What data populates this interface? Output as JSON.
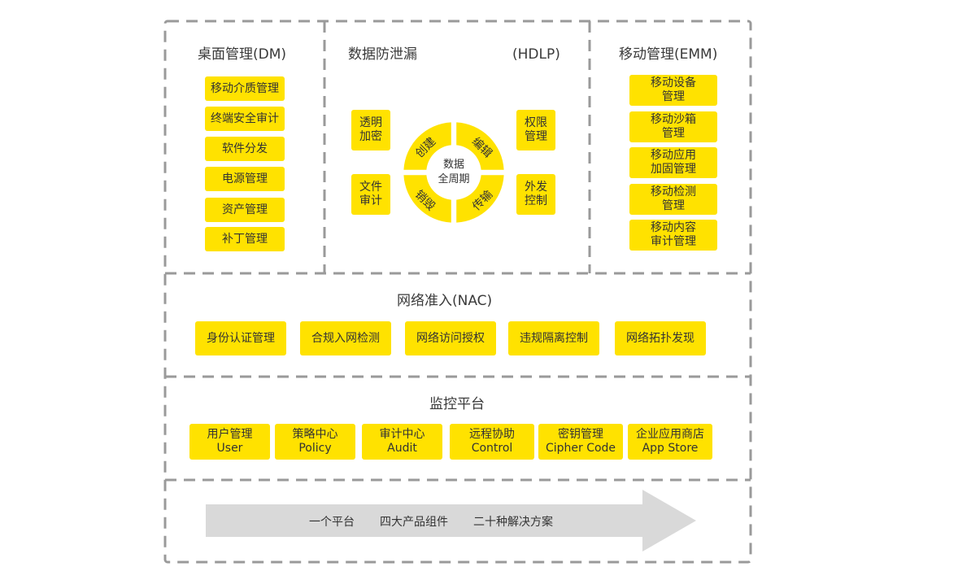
{
  "colors": {
    "accent": "#FFE200",
    "dash": "#9a9a9a",
    "arrow": "#d9d9d9"
  },
  "dm": {
    "title": "桌面管理(DM)",
    "items": [
      "移动介质管理",
      "终端安全审计",
      "软件分发",
      "电源管理",
      "资产管理",
      "补丁管理"
    ]
  },
  "hdlp": {
    "title": "数据防泄漏",
    "title_abbr": "(HDLP)",
    "left_items": [
      [
        "透明",
        "加密"
      ],
      [
        "文件",
        "审计"
      ]
    ],
    "right_items": [
      [
        "权限",
        "管理"
      ],
      [
        "外发",
        "控制"
      ]
    ],
    "ring": {
      "center": [
        "数据",
        "全周期"
      ],
      "segments": [
        "创建",
        "编辑",
        "传输",
        "销毁"
      ]
    }
  },
  "emm": {
    "title": "移动管理(EMM)",
    "items": [
      [
        "移动设备",
        "管理"
      ],
      [
        "移动沙箱",
        "管理"
      ],
      [
        "移动应用",
        "加固管理"
      ],
      [
        "移动检测",
        "管理"
      ],
      [
        "移动内容",
        "审计管理"
      ]
    ]
  },
  "nac": {
    "title": "网络准入(NAC)",
    "items": [
      "身份认证管理",
      "合规入网检测",
      "网络访问授权",
      "违规隔离控制",
      "网络拓扑发现"
    ]
  },
  "monitor": {
    "title": "监控平台",
    "items": [
      [
        "用户管理",
        "User"
      ],
      [
        "策略中心",
        "Policy"
      ],
      [
        "审计中心",
        "Audit"
      ],
      [
        "远程协助",
        "Control"
      ],
      [
        "密钥管理",
        "Cipher Code"
      ],
      [
        "企业应用商店",
        "App Store"
      ]
    ]
  },
  "arrow": {
    "text": [
      "一个平台",
      "四大产品组件",
      "二十种解决方案"
    ]
  }
}
